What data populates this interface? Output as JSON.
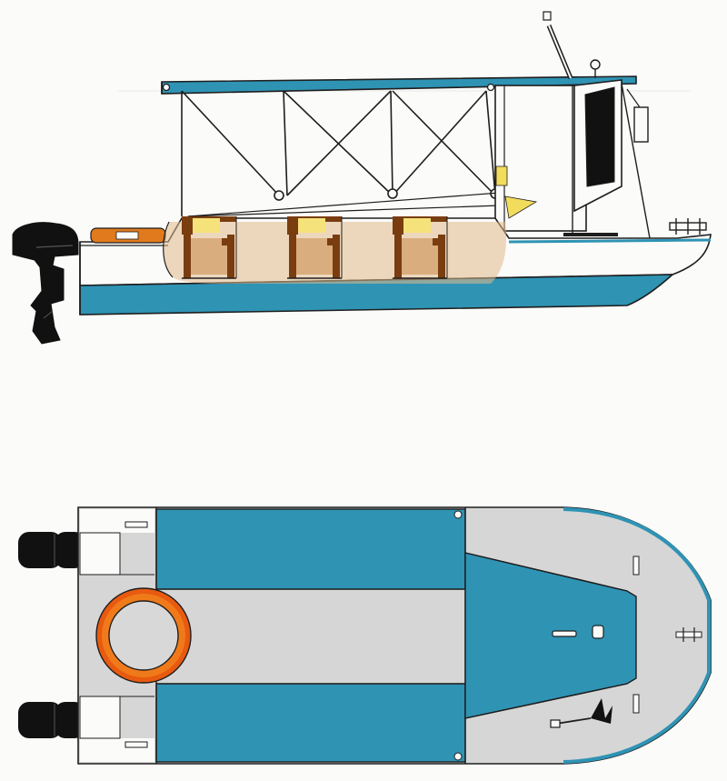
{
  "drawing": {
    "views": [
      {
        "name": "side-elevation"
      },
      {
        "name": "top-plan"
      }
    ],
    "colors": {
      "paper": "#fbfbf9",
      "line": "#1e1e1e",
      "hull_blue": "#2f93b4",
      "deck_grey": "#d4d4d4",
      "seat_brown": "#7a3d10",
      "cushion_yellow": "#f6e27a",
      "tan": "#c98a4a",
      "ring_orange": "#e85a10",
      "motor_black": "#111111"
    },
    "seats": {
      "count": 3
    },
    "top_view": {
      "thrusters": 2,
      "ring_buoy": "life-ring"
    }
  }
}
